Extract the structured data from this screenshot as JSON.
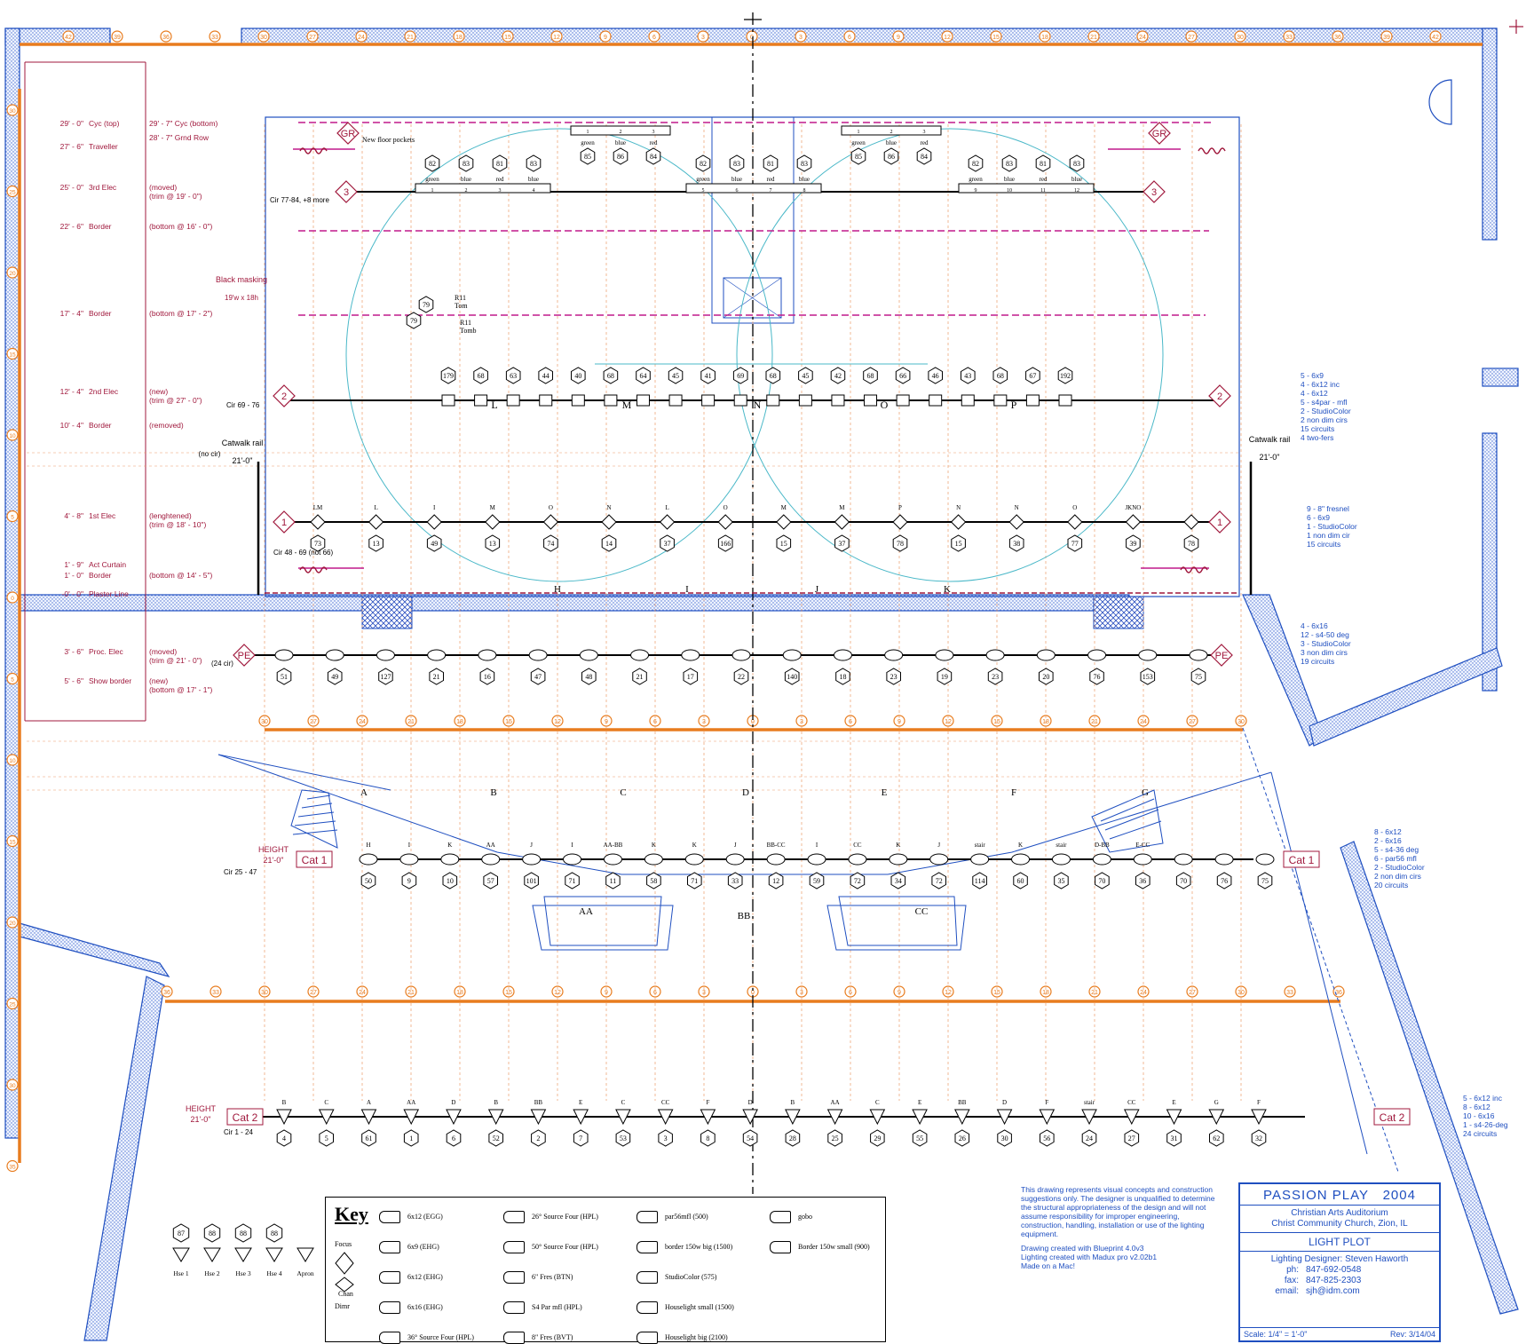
{
  "title_block": {
    "show": "PASSION PLAY",
    "year": "2004",
    "venue": "Christian Arts Auditorium",
    "church": "Christ Community Church, Zion, IL",
    "plot_label": "LIGHT PLOT",
    "designer": "Lighting Designer: Steven Haworth",
    "ph_label": "ph:",
    "ph": "847-692-0548",
    "fax_label": "fax:",
    "fax": "847-825-2303",
    "email_label": "email:",
    "email": "sjh@idm.com",
    "scale": "Scale: 1/4\" = 1'-0\"",
    "rev": "Rev: 3/14/04"
  },
  "disclaimer": "This drawing represents visual concepts and construction suggestions only. The designer is unqualified to determine the structural appropriateness of the design and will not assume responsibility for improper engineering, construction, handling, installation or use of the lighting equipment.",
  "credits": [
    "Drawing created with Blueprint 4.0v3",
    "Lighting created with Madux pro v2.02b1",
    "Made on a Mac!"
  ],
  "key": {
    "title": "Key",
    "focus": "Focus",
    "dimmer": "Dimr",
    "channel": "Chan",
    "items": [
      "6x12 (EGG)",
      "6x9 (EHG)",
      "6x12 (EHG)",
      "6x16 (EHG)",
      "36° Source Four (HPL)",
      "26° Source Four (HPL)",
      "50° Source Four (HPL)",
      "6\" Fres (BTN)",
      "S4 Par mfl (HPL)",
      "8\" Fres (BVT)",
      "par56mfl (500)",
      "border 150w big (1500)",
      "StudioColor (575)",
      "Houselight small (1500)",
      "Houselight big (2100)",
      "gobo",
      "Border 150w small (900)"
    ]
  },
  "houselights": [
    {
      "num": "87",
      "label": "Hse 1"
    },
    {
      "num": "88",
      "label": "Hse 2"
    },
    {
      "num": "88",
      "label": "Hse 3"
    },
    {
      "num": "88",
      "label": "Hse 4"
    },
    {
      "num": "",
      "label": "Apron"
    }
  ],
  "section_labels": [
    {
      "dist": "29' - 0\"",
      "name": "Cyc (top)",
      "note": "29' - 7\"  Cyc (bottom)"
    },
    {
      "dist": "",
      "name": "",
      "note": "28' - 7\"  Grnd Row"
    },
    {
      "dist": "27' - 6\"",
      "name": "Traveller",
      "note": ""
    },
    {
      "dist": "25' - 0\"",
      "name": "3rd Elec",
      "note": "(moved)"
    },
    {
      "dist": "",
      "name": "",
      "note": "(trim @ 19' - 0\")"
    },
    {
      "dist": "22' - 6\"",
      "name": "Border",
      "note": "(bottom @ 16' - 0\")"
    },
    {
      "dist": "17' - 4\"",
      "name": "Border",
      "note": "(bottom @ 17' - 2\")"
    },
    {
      "dist": "12' - 4\"",
      "name": "2nd Elec",
      "note": "(new)"
    },
    {
      "dist": "",
      "name": "",
      "note": "(trim @ 27' - 0\")"
    },
    {
      "dist": "10' - 4\"",
      "name": "Border",
      "note": "(removed)"
    },
    {
      "dist": "4' - 8\"",
      "name": "1st Elec",
      "note": "(lenghtened)"
    },
    {
      "dist": "",
      "name": "",
      "note": "(trim @ 18' - 10\")"
    },
    {
      "dist": "1' - 9\"",
      "name": "Act Curtain",
      "note": ""
    },
    {
      "dist": "1' - 0\"",
      "name": "Border",
      "note": "(bottom @ 14' - 5\")"
    },
    {
      "dist": "-0' - 0\"",
      "name": "Plaster Line",
      "note": ""
    },
    {
      "dist": "3' - 6\"",
      "name": "Proc. Elec",
      "note": "(moved)"
    },
    {
      "dist": "",
      "name": "",
      "note": "(trim @ 21' - 0\")"
    },
    {
      "dist": "5' - 6\"",
      "name": "Show border",
      "note": "(new)"
    },
    {
      "dist": "",
      "name": "",
      "note": "(bottom @ 17' - 1\")"
    }
  ],
  "misc_labels": {
    "black_masking": "Black masking",
    "masking_size": "19'w x 18h",
    "catwalk": "Catwalk rail",
    "catwalk_h": "21'-0\"",
    "no_cir": "(no cir)",
    "new_floor_pockets": "New floor pockets",
    "cir_3": "Cir 77-84, +8 more",
    "cir_2": "Cir 69 - 76",
    "cir_1": "Cir 48 - 69 (not 66)",
    "cir_pe": "(24 cir)",
    "cir_cat1": "Cir 25 - 47",
    "cir_cat2": "Cir 1 - 24",
    "height": "HEIGHT",
    "height_v": "21'-0\"",
    "tomb": "Tomb",
    "tom": "Tom",
    "r11": "R11"
  },
  "pipes": {
    "p3": "3",
    "p2": "2",
    "p1": "1",
    "pe": "PE",
    "gr": "GR",
    "cat1": "Cat 1",
    "cat2": "Cat 2"
  },
  "area_letters_stage": [
    "H",
    "I",
    "J",
    "K"
  ],
  "area_letters_house": [
    "A",
    "B",
    "C",
    "D",
    "E",
    "F",
    "G"
  ],
  "platforms": [
    "AA",
    "BB",
    "CC"
  ],
  "summaries": {
    "elec2": [
      "5 - 6x9",
      "4 - 6x12 inc",
      "4 - 6x12",
      "5 - s4par - mfl",
      "2 - StudioColor",
      "2 non dim cirs",
      "15 circuits",
      "4 two-fers"
    ],
    "elec1": [
      "9 - 8\" fresnel",
      "6 - 6x9",
      "1 - StudioColor",
      "1 non dim cir",
      "15 circuits"
    ],
    "pe": [
      "4 - 6x16",
      "12 - s4-50 deg",
      "3 - StudioColor",
      "3 non dim cirs",
      "19 circuits"
    ],
    "cat1": [
      "8 - 6x12",
      "2 - 6x16",
      "5 - s4-36 deg",
      "6 - par56 mfl",
      "2 - StudioColor",
      "2 non dim cirs",
      "20 circuits"
    ],
    "cat2": [
      "5 - 6x12 inc",
      "8 - 6x12",
      "10 - 6x16",
      "1 - s4-26-deg",
      "24 circuits"
    ]
  },
  "border_fixtures": {
    "elec3_colors": [
      "green",
      "blue",
      "red",
      "blue"
    ],
    "elec3_channels_l": [
      "82",
      "83",
      "81",
      "83"
    ],
    "elec3_channels_c": [
      "82",
      "83",
      "81",
      "83"
    ],
    "elec3_channels_r": [
      "82",
      "83",
      "81",
      "83"
    ],
    "elec3_cirs_l": [
      "1",
      "2",
      "3",
      "4"
    ],
    "elec3_cirs_c": [
      "5",
      "6",
      "7",
      "8"
    ],
    "elec3_cirs_r": [
      "9",
      "10",
      "11",
      "12"
    ],
    "grnd_colors": [
      "green",
      "blue",
      "red"
    ],
    "grnd_chans": [
      "85",
      "86",
      "84"
    ],
    "grnd_cirs": [
      "1",
      "2",
      "3"
    ]
  },
  "elec2_channels": [
    "179",
    "68",
    "63",
    "44",
    "40",
    "68",
    "64",
    "45",
    "41",
    "69",
    "68",
    "45",
    "42",
    "68",
    "66",
    "46",
    "43",
    "68",
    "67",
    "192"
  ],
  "elec2_letters": [
    "L",
    "M",
    "N",
    "O",
    "P"
  ],
  "elec1_channels": [
    "73",
    "13",
    "49",
    "13",
    "74",
    "14",
    "37",
    "166",
    "15",
    "37",
    "78",
    "15",
    "38",
    "77",
    "39",
    "78"
  ],
  "elec1_tops": [
    "LM",
    "L",
    "I",
    "M",
    "O",
    "N",
    "L",
    "O",
    "M",
    "M",
    "P",
    "N",
    "N",
    "O",
    "JKNO"
  ],
  "pe_channels": [
    "51",
    "49",
    "127",
    "21",
    "16",
    "47",
    "48",
    "21",
    "17",
    "22",
    "140",
    "18",
    "23",
    "19",
    "23",
    "20",
    "76",
    "153",
    "75"
  ],
  "cat1_channels": [
    "50",
    "9",
    "10",
    "57",
    "101",
    "71",
    "11",
    "58",
    "71",
    "33",
    "12",
    "59",
    "72",
    "34",
    "72",
    "114",
    "60",
    "35",
    "70",
    "36",
    "70",
    "76",
    "75"
  ],
  "cat1_tops": [
    "H",
    "I",
    "K",
    "AA",
    "J",
    "I",
    "AA-BB",
    "K",
    "K",
    "J",
    "BB-CC",
    "I",
    "CC",
    "K",
    "J",
    "stair",
    "K",
    "stair",
    "D-BB",
    "E-CC"
  ],
  "cat2_channels": [
    "4",
    "5",
    "61",
    "1",
    "6",
    "52",
    "2",
    "7",
    "53",
    "3",
    "8",
    "54",
    "28",
    "25",
    "29",
    "55",
    "26",
    "30",
    "56",
    "24",
    "27",
    "31",
    "62",
    "32"
  ],
  "cat2_tops": [
    "B",
    "C",
    "A",
    "AA",
    "D",
    "B",
    "BB",
    "E",
    "C",
    "CC",
    "F",
    "D",
    "B",
    "AA",
    "C",
    "E",
    "BB",
    "D",
    "F",
    "stair",
    "CC",
    "E",
    "G",
    "F"
  ],
  "dim_marks_top": [
    "42",
    "39",
    "36",
    "33",
    "30",
    "27",
    "24",
    "21",
    "18",
    "15",
    "12",
    "9",
    "6",
    "3",
    "0",
    "3",
    "6",
    "9",
    "12",
    "15",
    "18",
    "21",
    "24",
    "27",
    "30",
    "33",
    "36",
    "39",
    "42"
  ],
  "dim_marks_mid": [
    "30",
    "27",
    "24",
    "21",
    "18",
    "15",
    "12",
    "9",
    "6",
    "3",
    "0",
    "3",
    "6",
    "9",
    "12",
    "15",
    "18",
    "21",
    "24",
    "27",
    "30"
  ],
  "dim_marks_low": [
    "36",
    "33",
    "30",
    "27",
    "24",
    "21",
    "18",
    "15",
    "12",
    "9",
    "6",
    "3",
    "0",
    "3",
    "6",
    "9",
    "12",
    "15",
    "18",
    "21",
    "24",
    "27",
    "30",
    "33",
    "36"
  ],
  "dim_marks_side": [
    "30",
    "25",
    "20",
    "15",
    "10",
    "5",
    "0",
    "5",
    "10",
    "15",
    "20",
    "25",
    "30",
    "35"
  ]
}
